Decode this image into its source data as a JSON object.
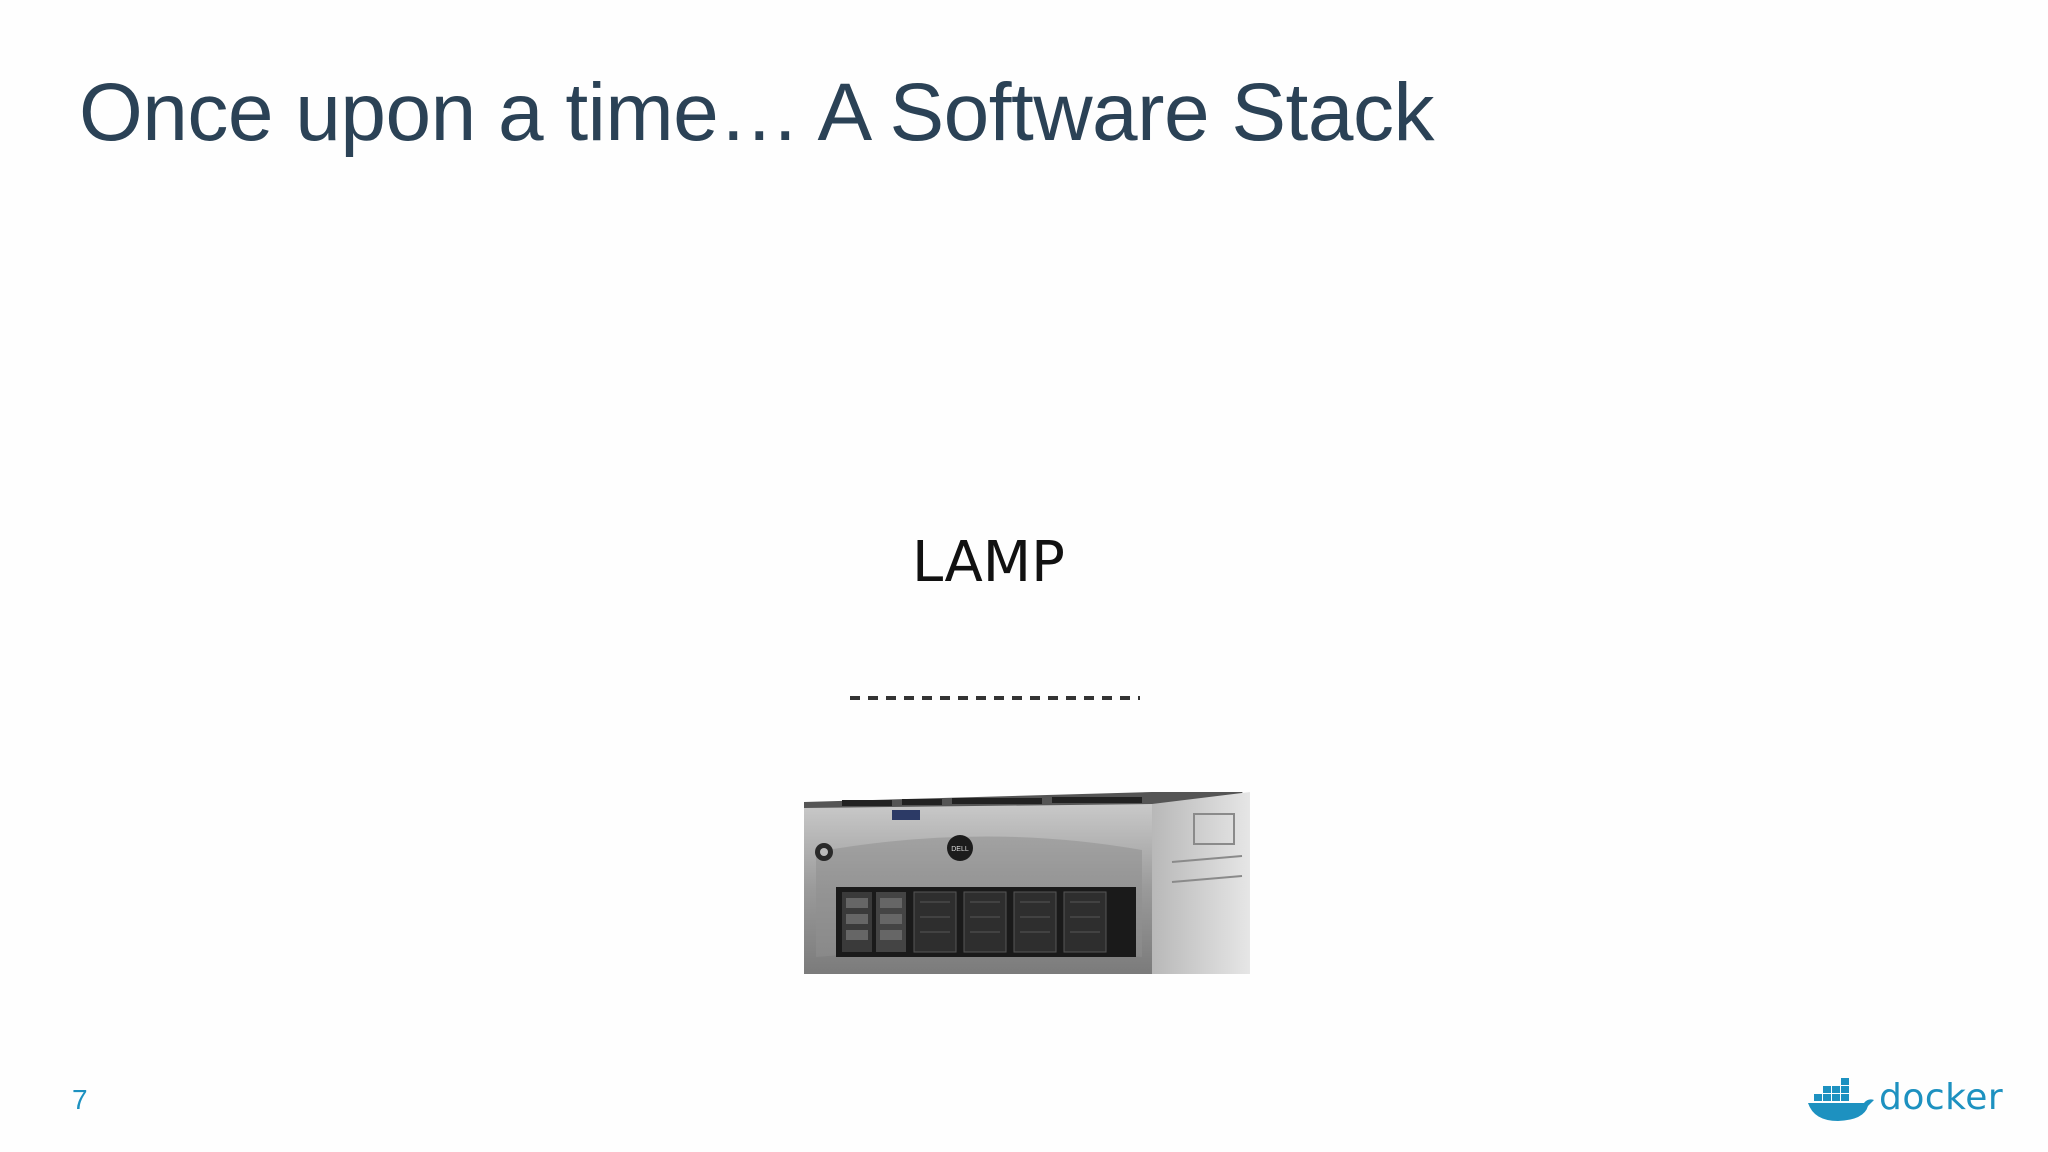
{
  "slide": {
    "title": "Once upon a time… A Software Stack",
    "stack_label": "LAMP",
    "page_number": "7",
    "brand": "docker"
  },
  "colors": {
    "title": "#2b4256",
    "accent": "#1d91c0",
    "background": "#fefefe"
  },
  "icons": [
    "server-rack-icon",
    "docker-whale-icon"
  ]
}
